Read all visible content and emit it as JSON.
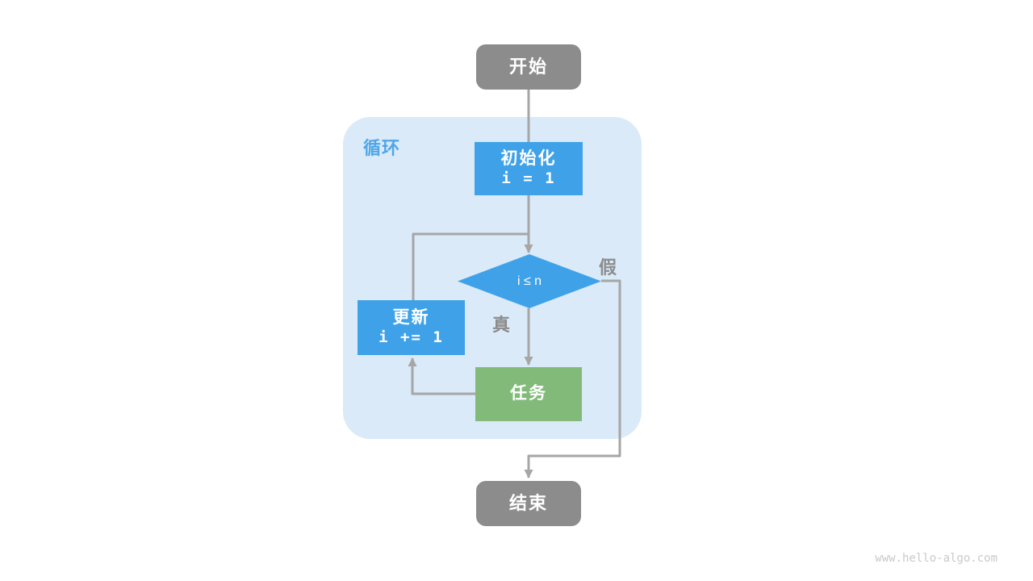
{
  "colors": {
    "node_gray": "#8c8c8c",
    "node_blue": "#3fa2e9",
    "node_green": "#82bb79",
    "loop_bg": "#daeaf8",
    "loop_label": "#4fa6e8",
    "line": "#a6a6a6",
    "branch_label": "#8c8c8c",
    "watermark": "#c9c9c9"
  },
  "nodes": {
    "start": {
      "label": "开始"
    },
    "loop": {
      "label": "循环"
    },
    "init": {
      "title": "初始化",
      "code": "i = 1"
    },
    "condition": {
      "code": "i ≤ n"
    },
    "update": {
      "title": "更新",
      "code": "i += 1"
    },
    "task": {
      "label": "任务"
    },
    "end": {
      "label": "结束"
    }
  },
  "branches": {
    "true_label": "真",
    "false_label": "假"
  },
  "watermark": "www.hello-algo.com"
}
